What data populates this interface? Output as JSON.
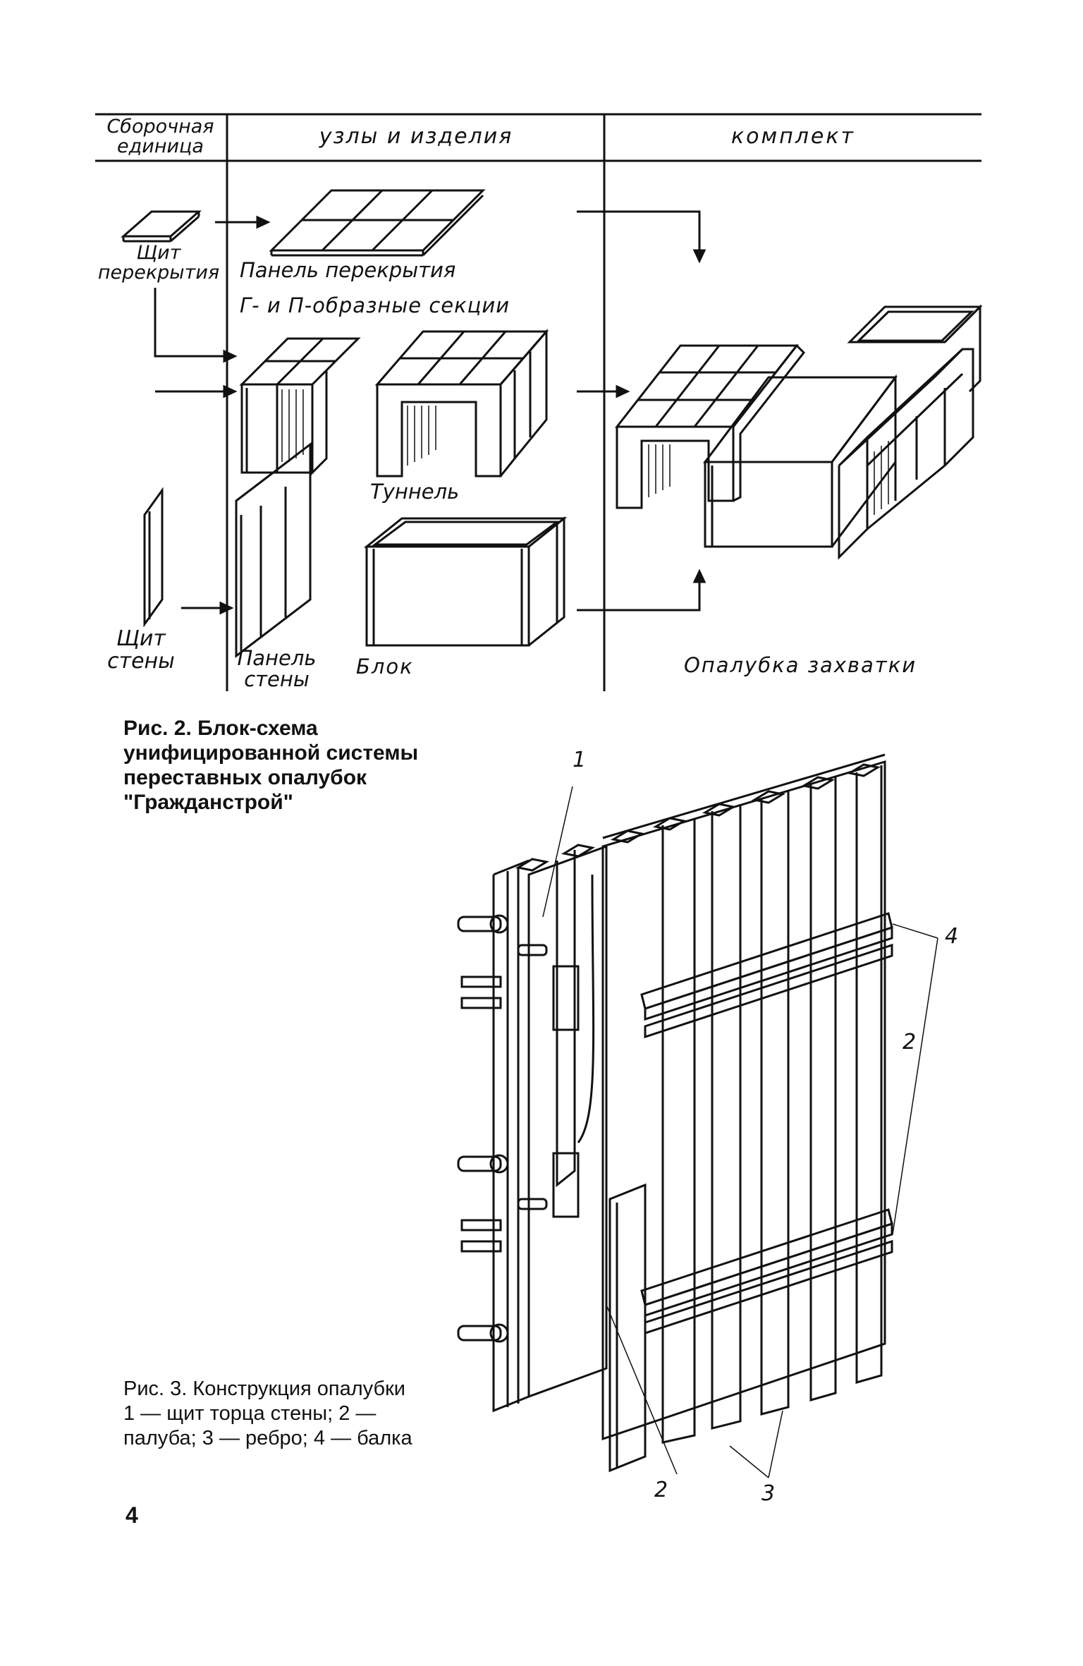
{
  "table": {
    "col1_header": "Сборочная единица",
    "col2_header": "узлы и изделия",
    "col3_header": "комплект"
  },
  "fig2": {
    "shield_floor": "Щит перекрытия",
    "panel_floor": "Панель перекрытия",
    "sections": "Г- и П-образные секции",
    "tunnel": "Туннель",
    "shield_wall": "Щит стены",
    "panel_wall": "Панель стены",
    "block": "Блок",
    "formwork": "Опалубка захватки",
    "caption": "Рис. 2. Блок-схема унифицированной системы переставных опалубок \"Гражданстрой\""
  },
  "fig3": {
    "caption_title": "Рис. 3. Конструкция опалубки",
    "caption_legend": "1 — щит торца стены; 2 — палуба; 3 — ребро; 4 — балка",
    "marker_1": "1",
    "marker_2": "2",
    "marker_2b": "2",
    "marker_3": "3",
    "marker_4": "4"
  },
  "page_number": "4"
}
